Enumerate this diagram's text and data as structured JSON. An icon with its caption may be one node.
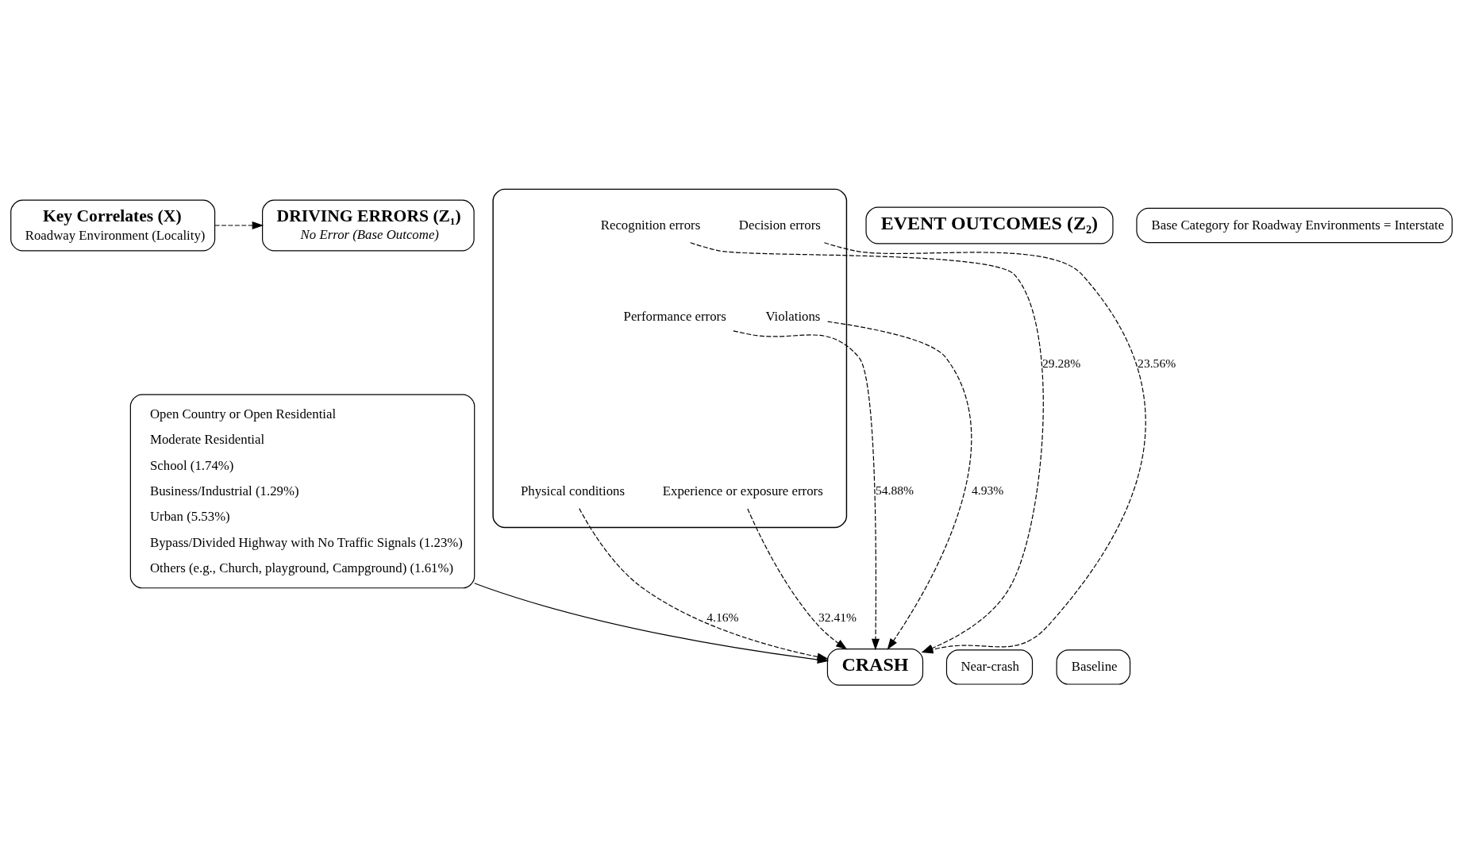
{
  "diagram": {
    "nodes": [
      {
        "text": [
          "Key Correlates (X)",
          "Roadway Environment (Locality)"
        ]
      },
      {
        "text": [
          "Open Country or Open Residential",
          "Moderate Residential",
          "School (1.74%)",
          "Business/Industrial (1.29%)",
          "Urban (5.53%)",
          "Bypass/Divided Highway with No Traffic Signals (1.23%)",
          "Others (e.g., Church, playground, Campground) (1.61%)"
        ]
      },
      {
        "text": [
          "DRIVING ERRORS (Z₁)",
          "No Error (Base Outcome)"
        ]
      },
      {
        "text": [],
        "shape": "box"
      },
      {
        "text": [
          "Recognition errors"
        ],
        "in": 3
      },
      {
        "text": [
          "Decision errors"
        ],
        "in": 3
      },
      {
        "text": [
          "Performance errors"
        ],
        "in": 3
      },
      {
        "text": [
          "Violations"
        ],
        "in": 3
      },
      {
        "text": [
          "Physical conditions"
        ],
        "in": 3
      },
      {
        "text": [
          "Experience or exposure errors"
        ],
        "in": 3
      },
      {
        "text": [
          "CRASH"
        ]
      },
      {
        "text": [
          "Near-crash"
        ]
      },
      {
        "text": [
          "Baseline"
        ]
      },
      {
        "text": [
          "EVENT OUTCOMES (Z₂)"
        ]
      },
      {
        "text": [
          "Base Category for Roadway Environments = Interstate"
        ]
      }
    ],
    "edges": [
      {
        "from": 0,
        "to": 2,
        "arrow": "to",
        "style": "dashed"
      },
      {
        "from": 1,
        "to": 10,
        "arrow": "to"
      },
      {
        "from": 4,
        "to": 10,
        "arrow": "to",
        "style": "dashed",
        "label": "29.28%"
      },
      {
        "from": 5,
        "to": 10,
        "arrow": "to",
        "style": "dashed",
        "label": "23.56%"
      },
      {
        "from": 6,
        "to": 10,
        "arrow": "to",
        "style": "dashed",
        "label": "54.88%"
      },
      {
        "from": 7,
        "to": 10,
        "arrow": "to",
        "style": "dashed",
        "label": "4.93%"
      },
      {
        "from": 8,
        "to": 10,
        "arrow": "to",
        "style": "dashed",
        "label": "4.16%"
      },
      {
        "from": 9,
        "to": 10,
        "arrow": "to",
        "style": "dashed",
        "label": "32.41%"
      }
    ]
  }
}
